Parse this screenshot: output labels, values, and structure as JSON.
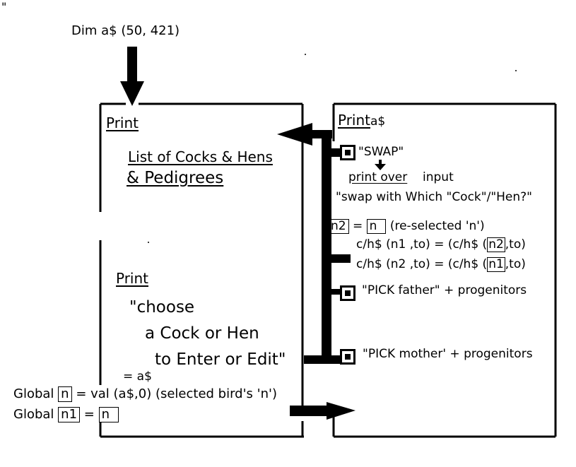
{
  "top": {
    "quote_mark": "\"",
    "dim_statement": "Dim a$ (50, 421)"
  },
  "left_panel": {
    "print1": "Print",
    "list_line1": "List of Cocks & Hens",
    "list_line2": "& Pedigrees",
    "print2": "Print",
    "choose_line1": "\"choose",
    "choose_line2": "a Cock or Hen",
    "choose_line3": "to Enter or Edit\"",
    "eq_a": "= a$"
  },
  "globals": {
    "g1_label": "Global",
    "g1_var": "n",
    "g1_expr": "= val (a$,0) (selected bird's 'n')",
    "g2_label": "Global",
    "g2_var": "n1",
    "g2_eq": "=",
    "g2_val": "n"
  },
  "right_panel": {
    "print_label": "Print",
    "print_arg": "a$",
    "swap_label": "\"SWAP\"",
    "print_over": "print over",
    "input": "input",
    "swap_prompt": "\"swap with Which \"Cock\"/\"Hen?\"",
    "n2_var": "n2",
    "n2_eq": "=",
    "n2_val": "n",
    "n2_note": "(re-selected 'n')",
    "line1_a": "c/h$ (n1 ,to) = (",
    "line1_b": "c/h$ (",
    "line1_var": "n2",
    "line1_c": ",to)",
    "line2_a": "c/h$ (n2 ,to) = (",
    "line2_b": "c/h$ (",
    "line2_var": "n1",
    "line2_c": ",to)",
    "pick_father": "\"PICK father\" + progenitors",
    "pick_mother": "\"PICK mother' + progenitors"
  }
}
